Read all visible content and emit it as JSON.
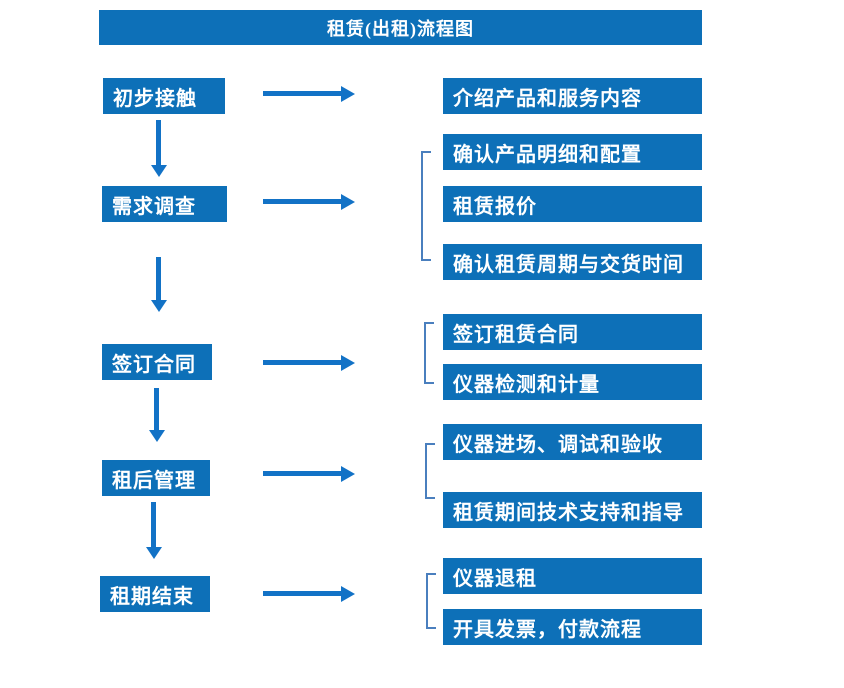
{
  "title": "租赁(出租)流程图",
  "colors": {
    "box": "#0d70b8",
    "arrow": "#1272c6",
    "bracket": "#4a7fbe",
    "text": "#ffffff",
    "background": "#ffffff"
  },
  "flow": {
    "steps": [
      {
        "label": "初步接触",
        "details": [
          "介绍产品和服务内容"
        ]
      },
      {
        "label": "需求调查",
        "details": [
          "确认产品明细和配置",
          "租赁报价",
          "确认租赁周期与交货时间"
        ]
      },
      {
        "label": "签订合同",
        "details": [
          "签订租赁合同",
          "仪器检测和计量"
        ]
      },
      {
        "label": "租后管理",
        "details": [
          "仪器进场、调试和验收",
          "租赁期间技术支持和指导"
        ]
      },
      {
        "label": "租期结束",
        "details": [
          "仪器退租",
          "开具发票，付款流程"
        ]
      }
    ]
  }
}
